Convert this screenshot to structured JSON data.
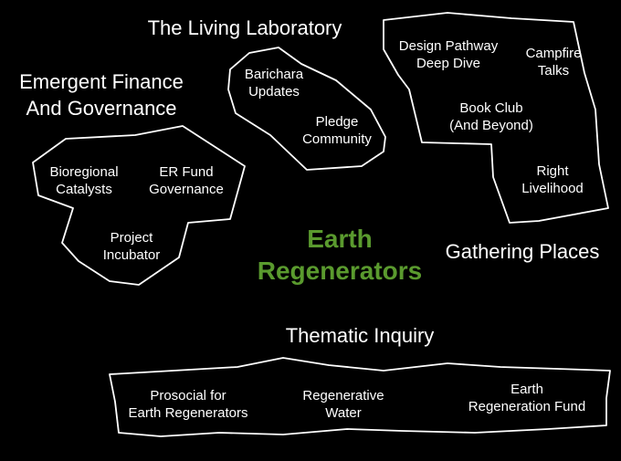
{
  "center_title": "Earth\nRegenerators",
  "colors": {
    "background": "#000000",
    "text": "#ffffff",
    "outline": "#ffffff",
    "accent": "#5a9a2e"
  },
  "groups": {
    "living_lab": {
      "heading": "The Living Laboratory",
      "items": [
        "Barichara\nUpdates",
        "Pledge\nCommunity"
      ]
    },
    "finance": {
      "heading": "Emergent Finance\nAnd Governance",
      "items": [
        "Bioregional\nCatalysts",
        "ER Fund\nGovernance",
        "Project\nIncubator"
      ]
    },
    "gathering": {
      "heading": "Gathering Places",
      "items": [
        "Design Pathway\nDeep Dive",
        "Campfire\nTalks",
        "Book Club\n(And Beyond)",
        "Right\nLivelihood"
      ]
    },
    "thematic": {
      "heading": "Thematic Inquiry",
      "items": [
        "Prosocial for\nEarth Regenerators",
        "Regenerative\nWater",
        "Earth\nRegeneration Fund"
      ]
    }
  }
}
